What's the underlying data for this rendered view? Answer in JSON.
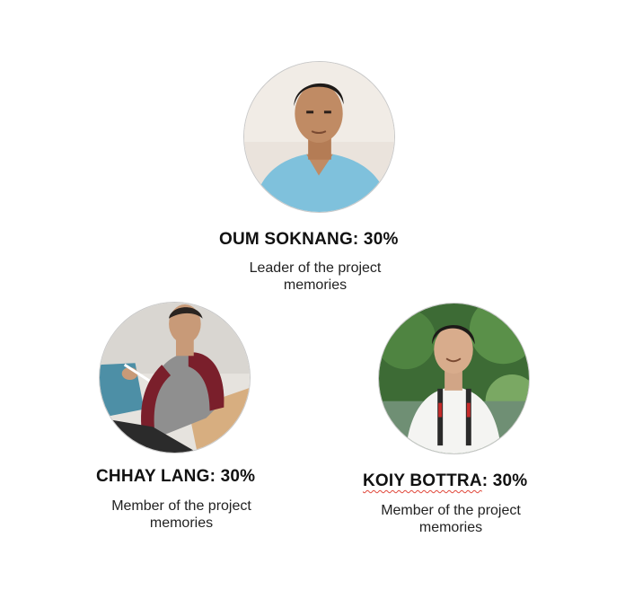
{
  "members": [
    {
      "name": "OUM SOKNANG",
      "percent": ": 30%",
      "role_line1": "Leader of the project",
      "role_line2": "memories",
      "avatar": "portrait-photo"
    },
    {
      "name": "CHHAY LANG",
      "percent": ": 30%",
      "role_line1": "Member of the project",
      "role_line2": "memories",
      "avatar": "portrait-photo"
    },
    {
      "name": "KOIY BOTTRA",
      "percent": ": 30%",
      "role_line1": "Member of the project",
      "role_line2": "memories",
      "avatar": "portrait-photo"
    }
  ],
  "colors": {
    "spellcheck_underline": "#e0473a",
    "avatar_border": "#c9c9c9",
    "text": "#111111"
  }
}
